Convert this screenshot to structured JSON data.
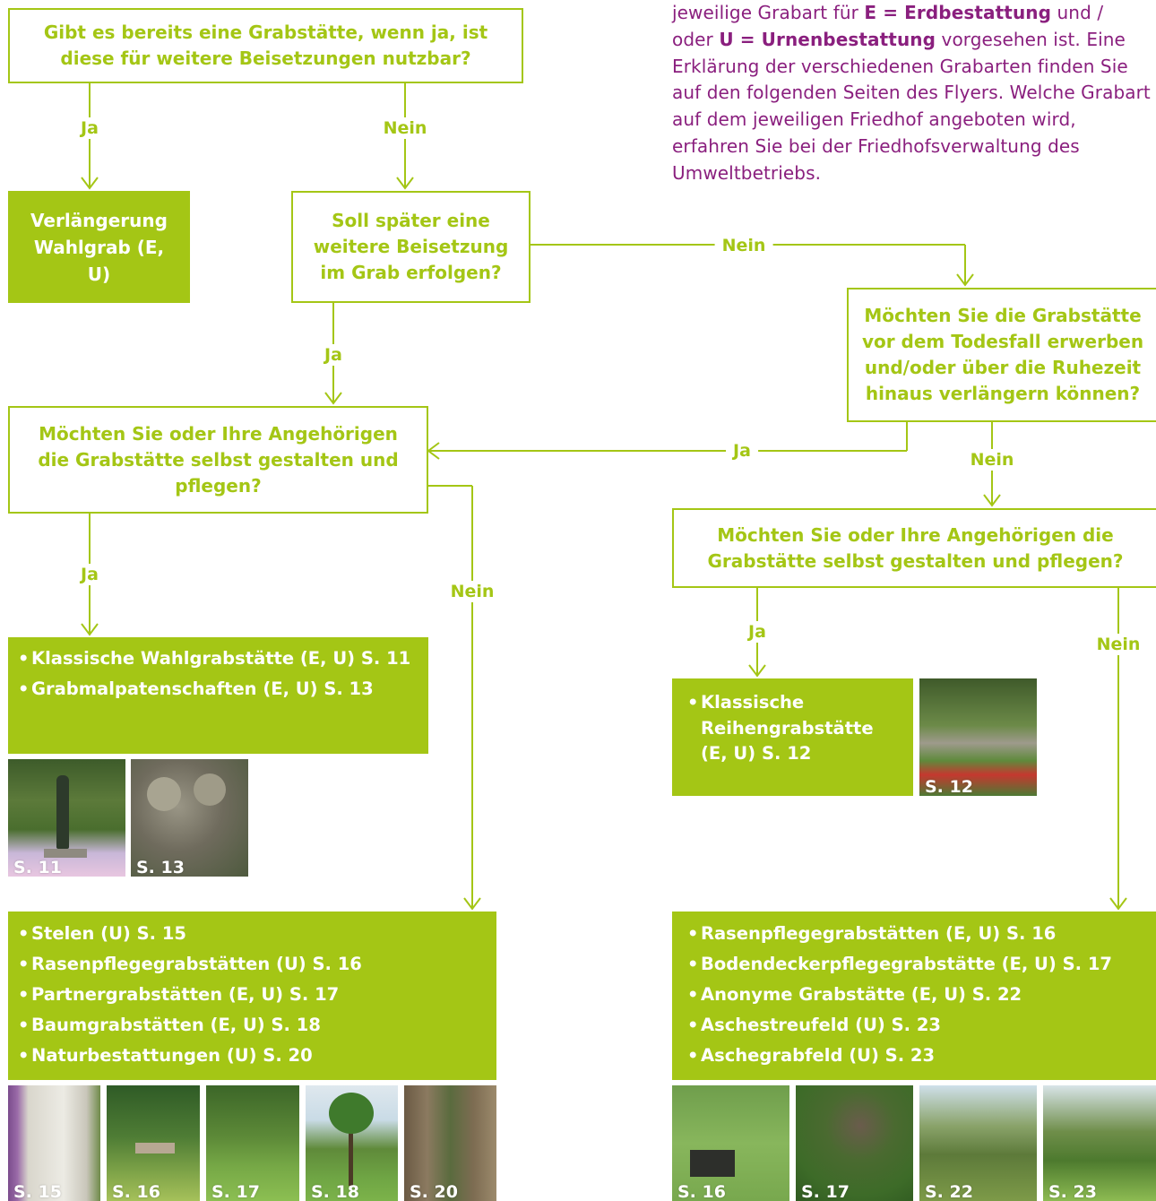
{
  "colors": {
    "green": "#a4c615",
    "purple": "#8a1f7e",
    "white": "#ffffff"
  },
  "intro": {
    "line1_pre": "jeweilige Grabart für ",
    "line1_bold": "E = Erdbestattung",
    "line1_post": " und /",
    "line2_pre": "oder ",
    "line2_bold": "U = Urnenbestattung",
    "line2_post": " vorgesehen ist. Eine",
    "rest": "Erklärung der verschiedenen Grabarten finden Sie auf den folgenden Seiten des Flyers. Welche Grabart auf dem jeweiligen Friedhof angeboten wird, erfahren Sie bei der Friedhofsverwaltung des Umweltbetriebs."
  },
  "questions": {
    "q1": "Gibt es bereits eine Grabstätte, wenn ja, ist diese für weitere Beisetzungen nutzbar?",
    "q2": "Soll später eine weitere Beisetzung im Grab erfolgen?",
    "q3": "Möchten Sie die Grabstätte vor dem Todesfall erwerben und/oder über die Ruhezeit hinaus verlängern können?",
    "q4": "Möchten Sie oder Ihre Angehörigen die Grabstätte selbst gestalten und pflegen?",
    "q5": "Möchten Sie oder Ihre Angehörigen die Grabstätte selbst gestalten und pflegen?"
  },
  "labels": {
    "ja": "Ja",
    "nein": "Nein"
  },
  "results": {
    "verlaengerung": "Verlängerung Wahlgrab (E, U)",
    "wahlgrab": [
      "Klassische Wahlgrabstätte (E, U) S. 11",
      "Grabmalpatenschaften (E, U) S. 13"
    ],
    "reihengrab": "Klassische Reihengrabstätte (E, U) S. 12",
    "stelen": [
      "Stelen (U) S. 15",
      "Rasenpflegegrabstätten (U) S. 16",
      "Partnergrabstätten (E, U) S. 17",
      "Baumgrabstätten (E, U) S. 18",
      "Naturbestattungen (U) S. 20"
    ],
    "rasen": [
      "Rasenpflegegrabstätten (E, U) S. 16",
      "Bodendeckerpflegegrabstätte (E, U) S. 17",
      "Anonyme Grabstätte (E, U) S. 22",
      "Aschestreufeld (U) S. 23",
      "Aschegrabfeld (U) S. 23"
    ]
  },
  "photos": {
    "s11": "S. 11",
    "s13": "S. 13",
    "s12": "S. 12",
    "row_left": [
      "S. 15",
      "S. 16",
      "S. 17",
      "S. 18",
      "S. 20"
    ],
    "row_right": [
      "S. 16",
      "S. 17",
      "S. 22",
      "S. 23"
    ]
  }
}
